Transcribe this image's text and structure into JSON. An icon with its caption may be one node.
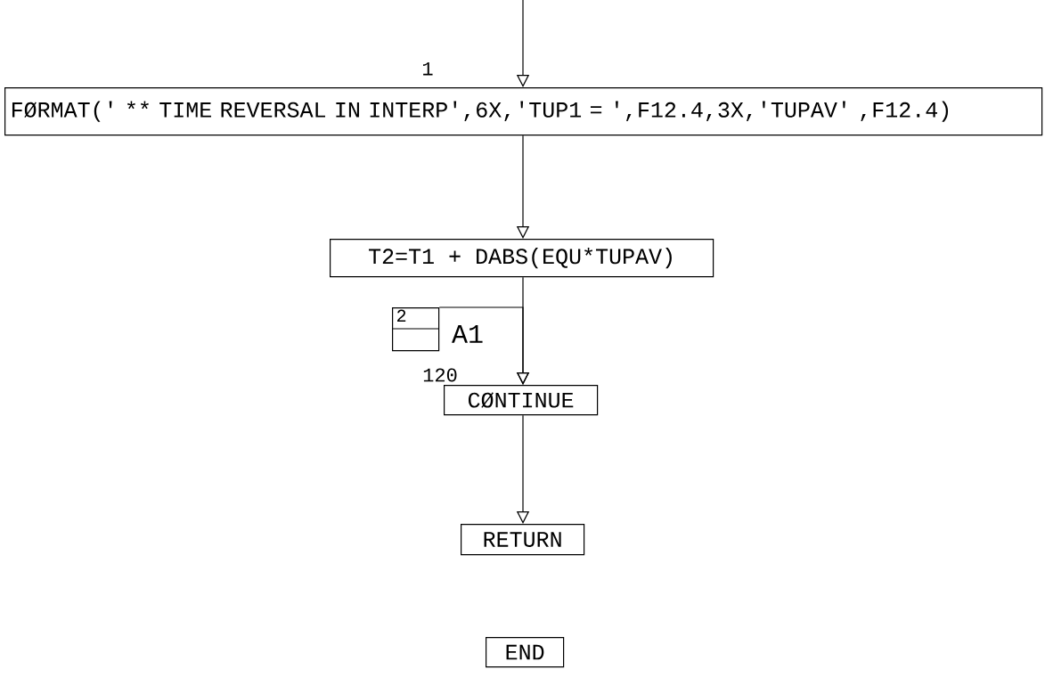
{
  "diagram": {
    "nodes": [
      {
        "text": [
          "FØRMAT(' ** TIME REVERSAL IN INTERP',6X,'TUP1 = ',F12.4,3X,'TUPAV' ,F12.4)"
        ],
        "beside": [
          "1"
        ]
      },
      {
        "text": [
          "T2=T1 + DABS(EQU*TUPAV)"
        ]
      },
      {
        "text": [
          "2"
        ],
        "beside": [
          "A1"
        ]
      },
      {
        "text": [
          "CØNTINUE"
        ],
        "beside": [
          "120"
        ]
      },
      {
        "text": [
          "RETURN"
        ]
      },
      {
        "text": [
          "END"
        ]
      }
    ],
    "edges": [
      {
        "from": null,
        "to": 0,
        "arrow": "to"
      },
      {
        "from": 0,
        "to": 1,
        "arrow": "to"
      },
      {
        "from": 1,
        "to": 3,
        "arrow": "to"
      },
      {
        "from": 2,
        "to": 3,
        "arrow": "to"
      },
      {
        "from": 3,
        "to": 4,
        "arrow": "to"
      }
    ]
  }
}
